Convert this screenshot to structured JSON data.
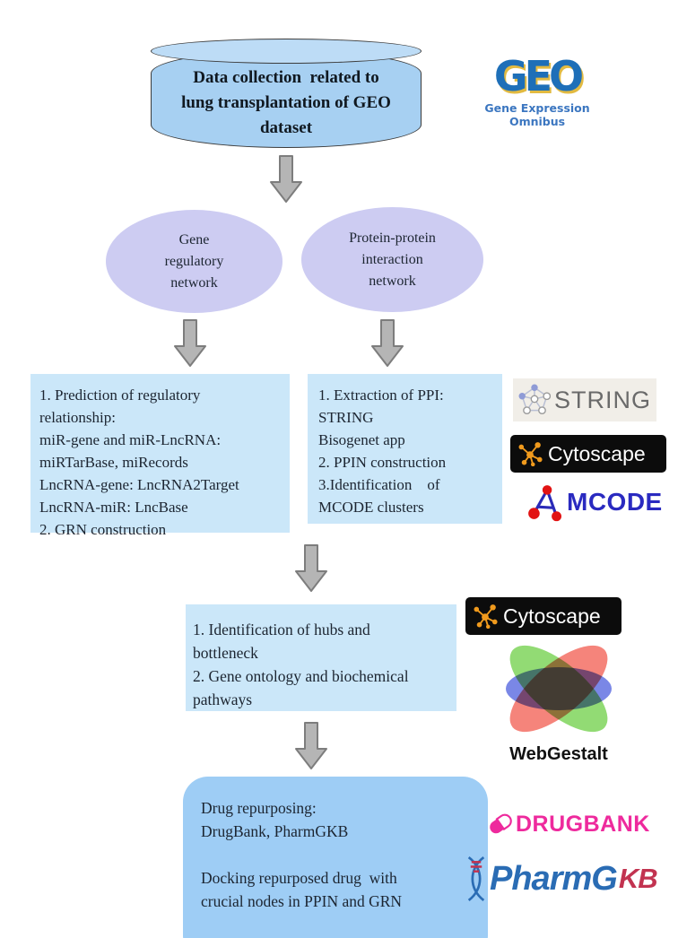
{
  "nodes": {
    "data_collection": {
      "text": "Data collection  related to\nlung transplantation of GEO\ndataset"
    },
    "grn_ellipse": {
      "text": "Gene\nregulatory\nnetwork"
    },
    "ppi_ellipse": {
      "text": "Protein-protein\ninteraction\nnetwork"
    },
    "grn_box": {
      "text": "1. Prediction of regulatory\nrelationship:\nmiR-gene and miR-LncRNA:\nmiRTarBase, miRecords\nLncRNA-gene: LncRNA2Target\nLncRNA-miR: LncBase\n2. GRN construction"
    },
    "ppi_box": {
      "text": "1. Extraction of PPI:\nSTRING\nBisogenet app\n2. PPIN construction\n3.Identification    of\nMCODE clusters"
    },
    "hubs_box": {
      "text": "1. Identification of hubs and\nbottleneck\n2. Gene ontology and biochemical\npathways"
    },
    "drug_box": {
      "text": "Drug repurposing:\nDrugBank, PharmGKB\n\nDocking repurposed drug  with\ncrucial nodes in PPIN and GRN"
    }
  },
  "logos": {
    "geo": {
      "title": "GEO",
      "subtitle": "Gene Expression Omnibus",
      "color": "#1e6fb8",
      "accent": "#e2ba41"
    },
    "string": {
      "label": "STRING",
      "color": "#6a6a6a",
      "bg": "#f1eee8"
    },
    "cytoscape": {
      "label": "Cytoscape",
      "bg": "#0c0c0c",
      "accent": "#f09a1d",
      "text_color": "#ffffff"
    },
    "mcode": {
      "label": "MCODE",
      "color": "#2a2ac0",
      "node_color": "#e21313"
    },
    "webgestalt": {
      "label": "WebGestalt",
      "red": "#f4776c",
      "green": "#86d765",
      "blue": "#6272e2"
    },
    "drugbank": {
      "label": "DRUGBANK",
      "color": "#ee2a9d"
    },
    "pharmgkb": {
      "label_main": "PharmG",
      "label_suffix": "KB",
      "color_main": "#2a6cb4",
      "color_suffix": "#c23350"
    }
  },
  "palette": {
    "cylinder_fill": "#a7d0f2",
    "ellipse_fill": "#cdccf2",
    "box_fill": "#cbe7f9",
    "drug_box_fill": "#9ecdf5",
    "arrow_fill": "#b5b5b5",
    "arrow_stroke": "#7d7d7d"
  }
}
